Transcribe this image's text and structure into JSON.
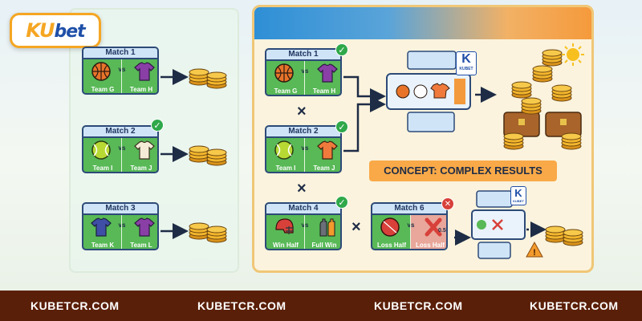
{
  "logo": {
    "text_a": "KU",
    "text_b": "bet"
  },
  "left_panel": {
    "matches": [
      {
        "title": "Match 1",
        "vs": "vs",
        "team_left": "Team G",
        "team_right": "Team H",
        "checked": false
      },
      {
        "title": "Match 2",
        "vs": "vs",
        "team_left": "Team I",
        "team_right": "Team J",
        "checked": true
      },
      {
        "title": "Match 3",
        "vs": "vs",
        "team_left": "Team K",
        "team_right": "Team L",
        "checked": false
      }
    ]
  },
  "right_panel": {
    "matches": [
      {
        "title": "Match 1",
        "vs": "vs",
        "team_left": "Team G",
        "team_right": "Team H",
        "checked": true
      },
      {
        "title": "Match 2",
        "vs": "vs",
        "team_left": "Team I",
        "team_right": "Team J",
        "checked": true
      },
      {
        "title": "Match 4",
        "vs": "vs",
        "team_left": "Win Half",
        "team_right": "Full Win",
        "checked": true
      },
      {
        "title": "Match 6",
        "vs": "vs",
        "team_left": "Loss Half",
        "team_right": "Loss Half",
        "checked": false,
        "failed": true,
        "odds": "0.5"
      }
    ],
    "concept_label": "CONCEPT: COMPLEX RESULTS",
    "ticket_brand": "K",
    "ticket_brand_sub": "KUBET"
  },
  "footer": {
    "sites": [
      "KUBETCR.COM",
      "KUBETCR.COM",
      "KUBETCR.COM",
      "KUBETCR.COM"
    ]
  },
  "colors": {
    "card_green": "#58b956",
    "card_border": "#2d4a78",
    "accent_orange": "#f9a948",
    "footer_brown": "#5a1f08",
    "success": "#2fa84a",
    "fail": "#d8403a"
  }
}
